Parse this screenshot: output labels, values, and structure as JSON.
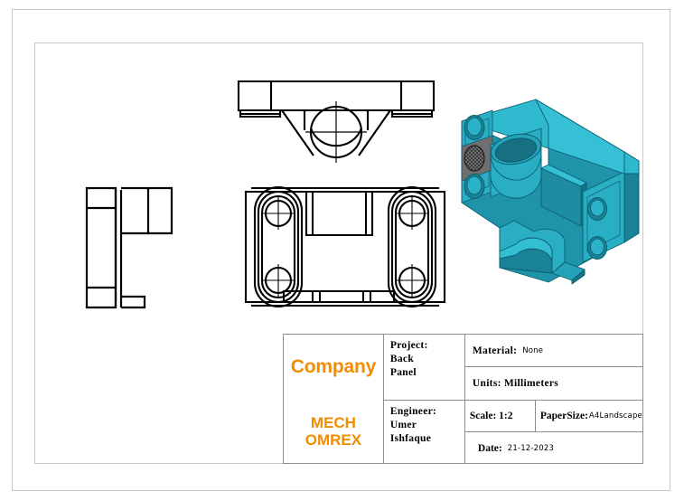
{
  "document": {
    "type": "engineering-drawing",
    "sheet_border_color": "#c9c9c9",
    "accent_color": "#f28c00",
    "model_color": "#21a7bd"
  },
  "title_block": {
    "company": {
      "name": "Company",
      "sub_line_1": "MECH",
      "sub_line_2": "OMREX"
    },
    "project": {
      "label": "Project:",
      "line_1": "Back",
      "line_2": "Panel"
    },
    "engineer": {
      "label": "Engineer:",
      "line_1": "Umer",
      "line_2": "Ishfaque"
    },
    "material": {
      "label": "Material:",
      "value": "None"
    },
    "units": {
      "label": "Units: Millimeters"
    },
    "scale": {
      "label": "Scale: 1:2"
    },
    "paper_size": {
      "label": "PaperSize:",
      "value": "A4Landscape"
    },
    "date": {
      "label": "Date:",
      "value": "21-12-2023"
    }
  },
  "views": {
    "top_view": {
      "name": "top-view",
      "description": "Top orthographic projection with central bore and center mark"
    },
    "front_view": {
      "name": "front-view",
      "description": "Front orthographic projection with two obround slots and four bolt holes"
    },
    "side_view": {
      "name": "side-view",
      "description": "Left side orthographic projection showing L-shaped profile"
    },
    "isometric_view": {
      "name": "isometric-view",
      "description": "Shaded 3D isometric model of the back panel bracket"
    }
  }
}
